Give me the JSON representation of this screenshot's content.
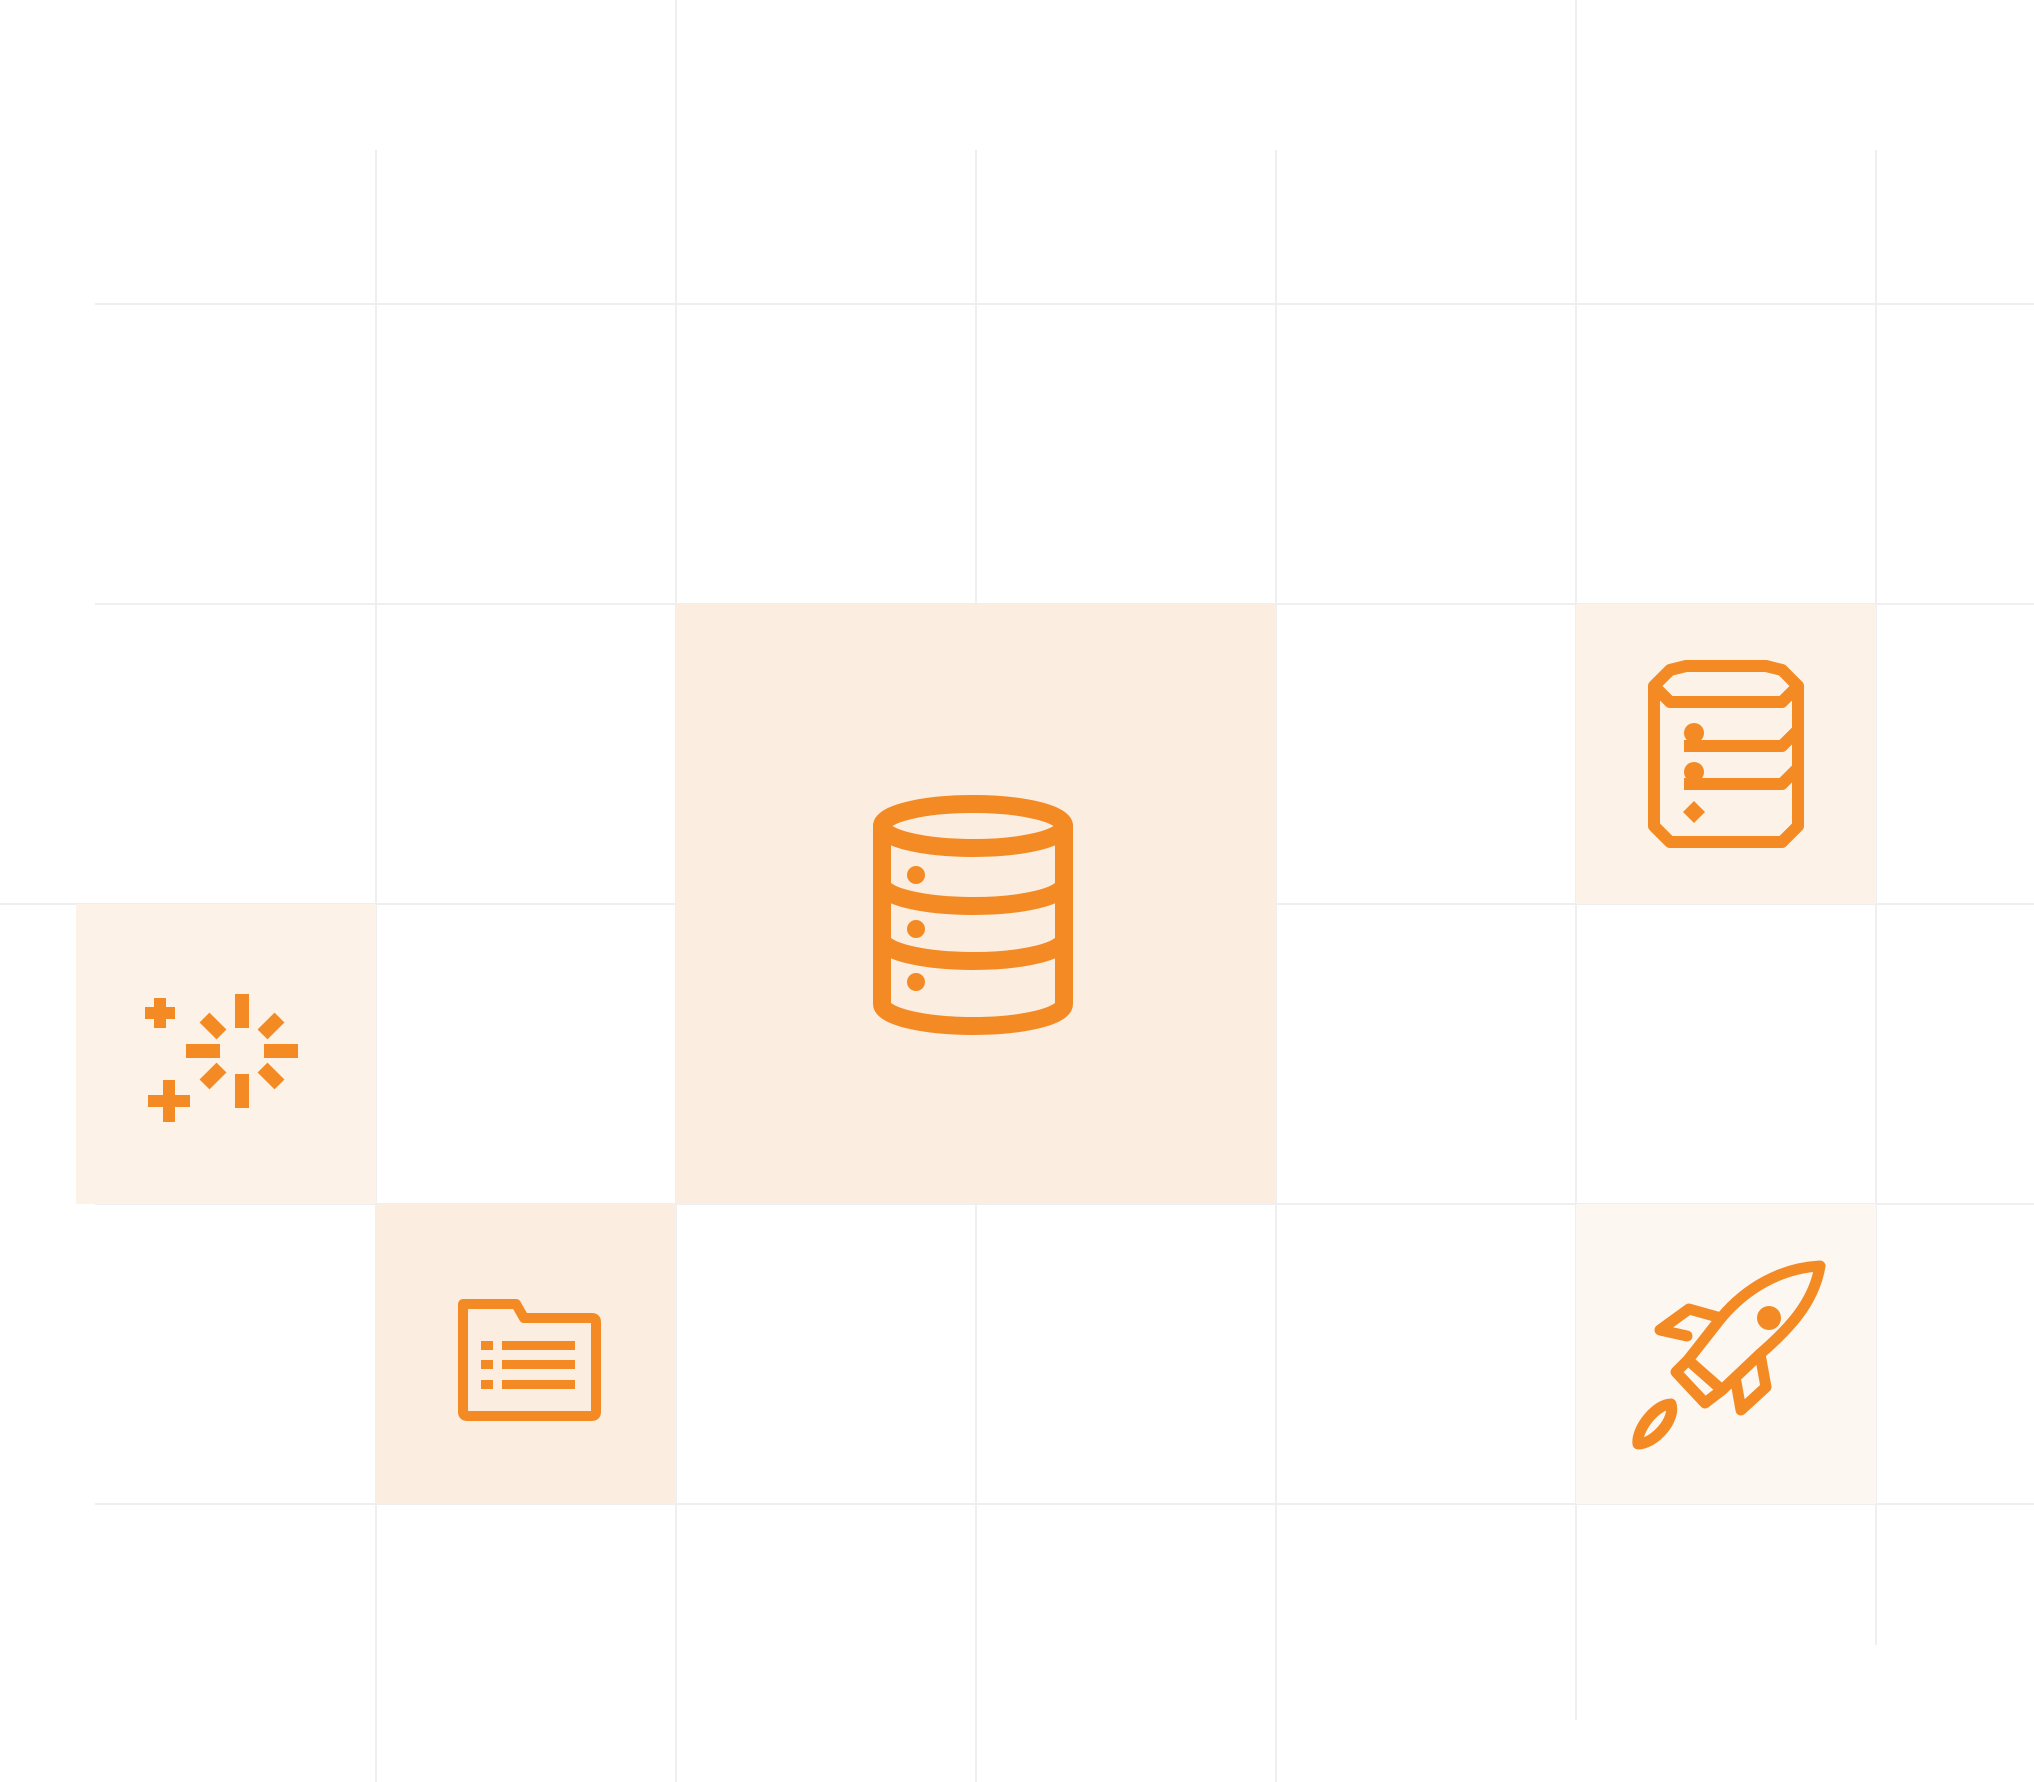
{
  "palette": {
    "accent": "#f38a24",
    "tile_strong": "#fbeee0",
    "tile_soft": "#fcf2e7",
    "tile_faint": "#fdf7f2",
    "grid_line": "#efeff1",
    "background": "#ffffff"
  },
  "grid": {
    "columns": 7,
    "rows": 5
  },
  "tiles": [
    {
      "icon": "database-icon",
      "fill": "tile_strong"
    },
    {
      "icon": "server-list-icon",
      "fill": "tile_soft"
    },
    {
      "icon": "sparkle-icon",
      "fill": "tile_soft"
    },
    {
      "icon": "folder-list-icon",
      "fill": "tile_strong"
    },
    {
      "icon": "rocket-icon",
      "fill": "tile_faint"
    }
  ]
}
